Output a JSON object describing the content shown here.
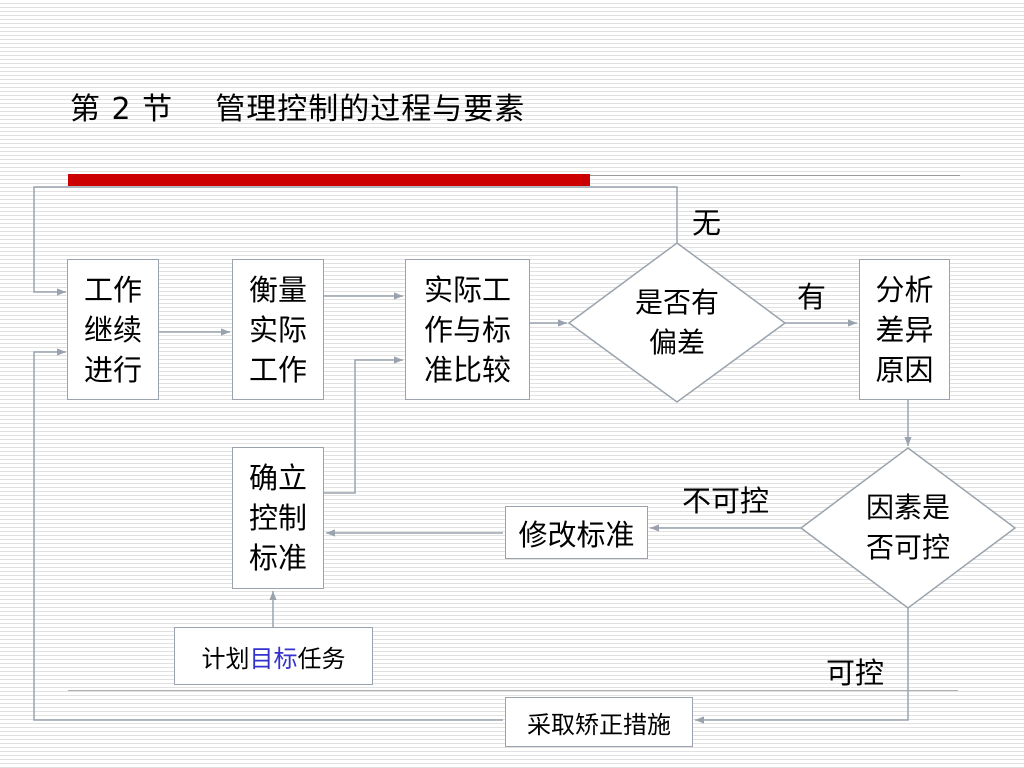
{
  "title": "第 2 节    管理控制的过程与要素",
  "diagram": {
    "nodes": {
      "continue_work": {
        "lines": [
          "工作",
          "继续",
          "进行"
        ]
      },
      "measure": {
        "lines": [
          "衡量",
          "实际",
          "工作"
        ]
      },
      "compare": {
        "lines": [
          "实际工",
          "作与标",
          "准比较"
        ]
      },
      "deviation": {
        "lines": [
          "是否有",
          "偏差"
        ]
      },
      "analyze": {
        "lines": [
          "分析",
          "差异",
          "原因"
        ]
      },
      "set_standard": {
        "lines": [
          "确立",
          "控制",
          "标准"
        ]
      },
      "modify_standard": {
        "text": "修改标准"
      },
      "controllable": {
        "lines": [
          "因素是",
          "否可控"
        ]
      },
      "plan_goal": {
        "prefix": "计划",
        "highlight": "目标",
        "suffix": "任务"
      },
      "corrective": {
        "text": "采取矫正措施"
      }
    },
    "edge_labels": {
      "no_deviation": "无",
      "has_deviation": "有",
      "uncontrollable": "不可控",
      "controllable": "可控"
    }
  },
  "colors": {
    "accent_bar": "#cc0000",
    "highlight_text": "#3333cc",
    "connector": "#9aa3ad"
  }
}
